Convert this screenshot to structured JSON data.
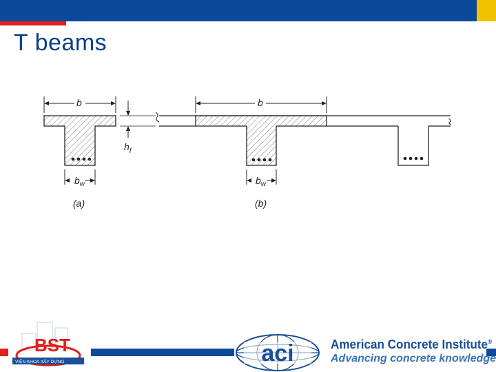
{
  "slide": {
    "title": "T beams",
    "colors": {
      "primary": "#0b4a9a",
      "accent_red": "#e0201b",
      "accent_yellow": "#f2c200"
    }
  },
  "diagram": {
    "label_b_a": "b",
    "label_hf": "h",
    "label_hf_sub": "f",
    "label_bw_a": "b",
    "label_bw_sub_a": "w",
    "caption_a": "(a)",
    "label_b_b": "b",
    "label_bw_b": "b",
    "label_bw_sub_b": "w",
    "caption_b": "(b)"
  },
  "footer": {
    "left_logo_text": "VIỆN KHOA XÂY DỰNG",
    "left_logo_letters": "BST",
    "aci_logo_text": "aci",
    "org_name": "American Concrete Institute",
    "registered_mark": "®",
    "tagline": "Advancing concrete knowledge"
  }
}
